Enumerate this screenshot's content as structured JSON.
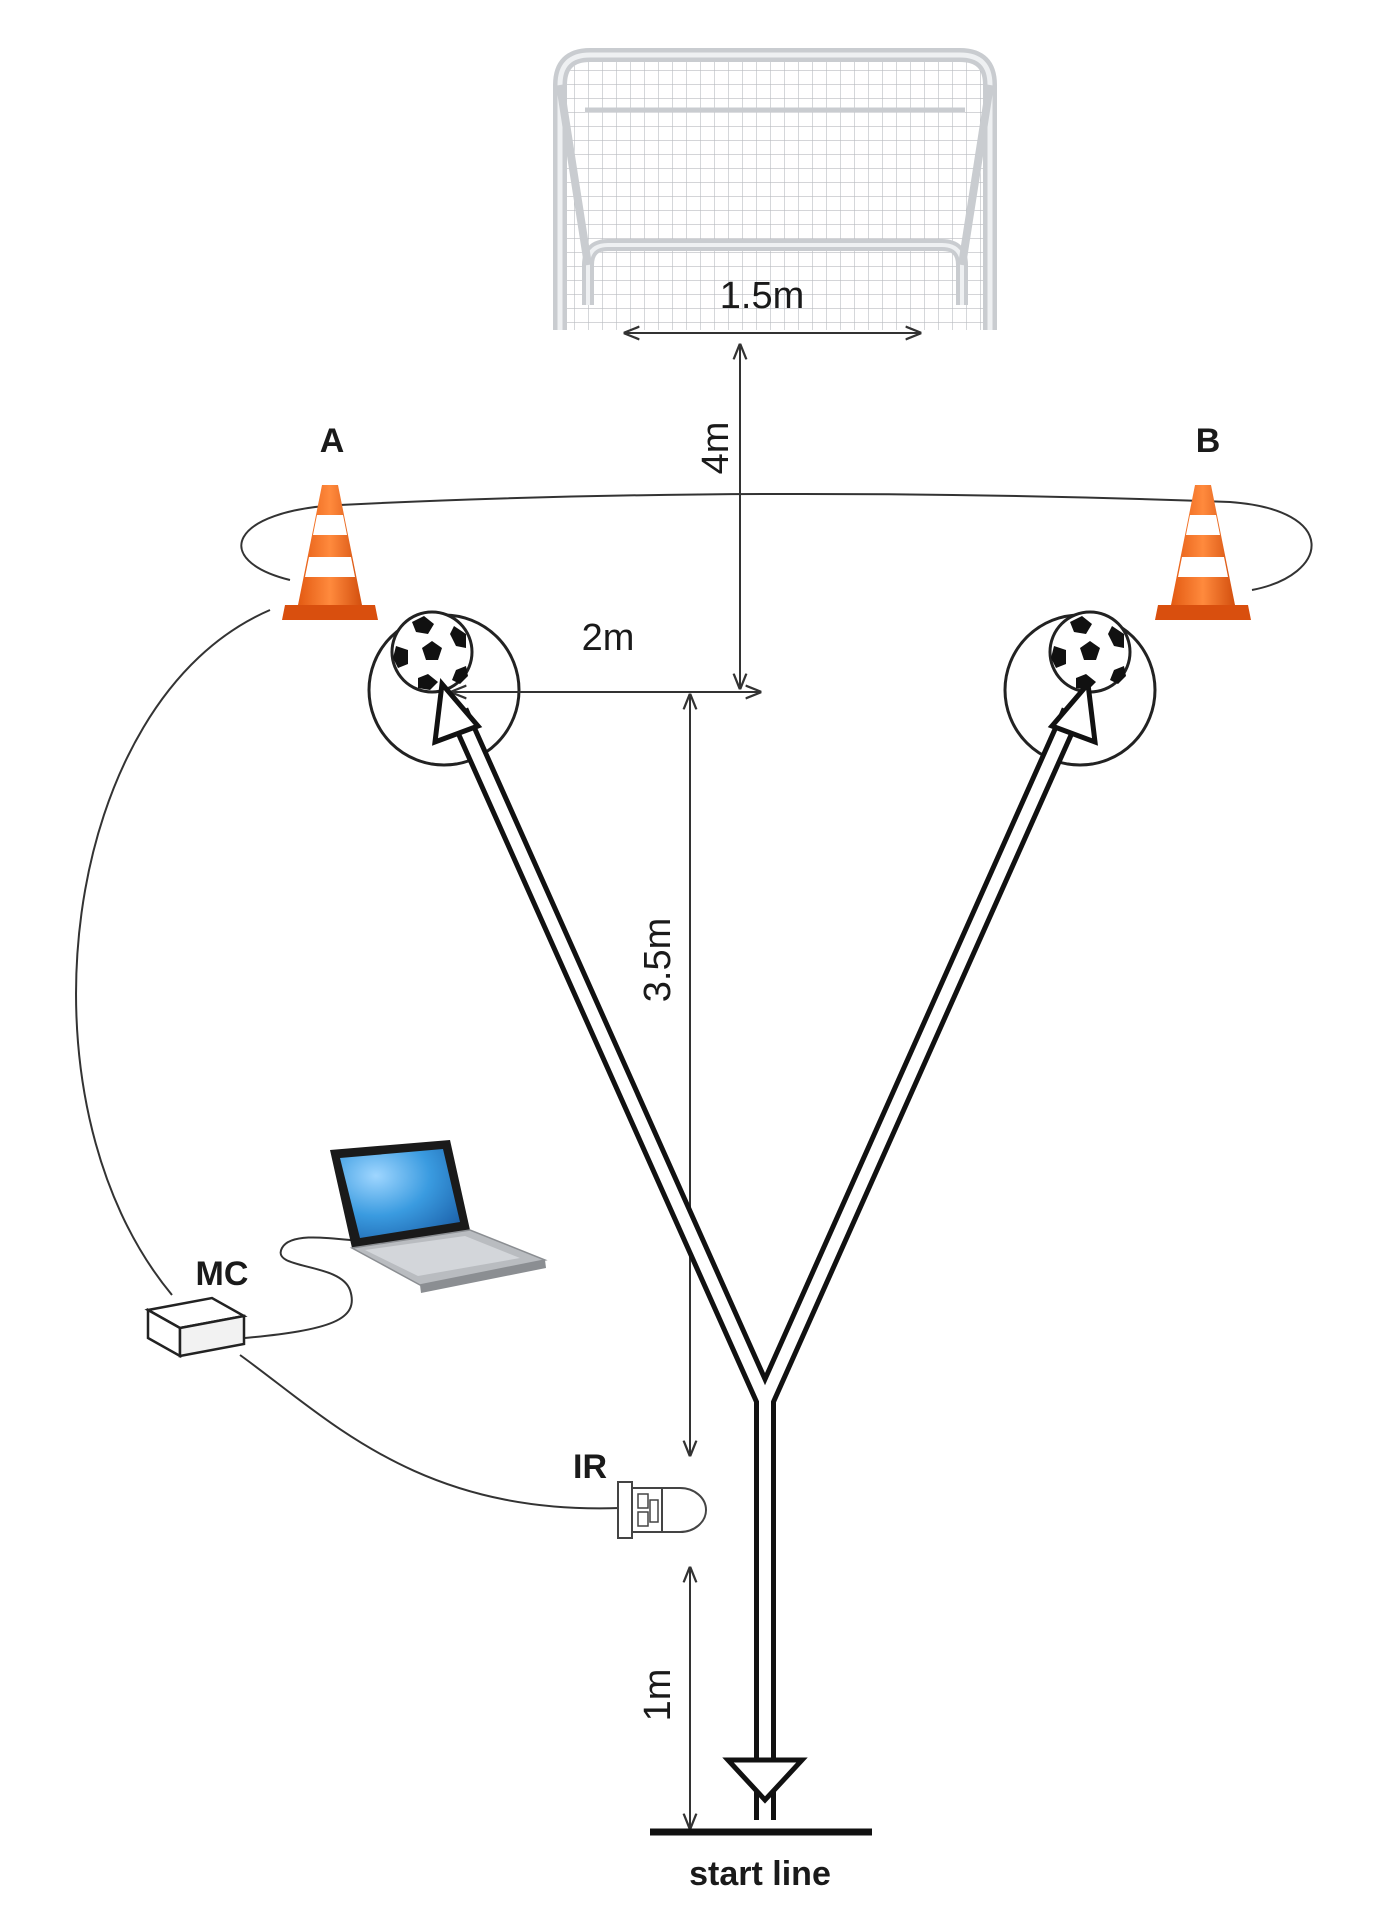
{
  "diagram": {
    "labels": {
      "goal_width": "1.5m",
      "goal_distance": "4m",
      "ball_offset": "2m",
      "path_length": "3.5m",
      "start_distance": "1m",
      "cone_a": "A",
      "cone_b": "B",
      "microcontroller": "MC",
      "infrared": "IR",
      "start_line": "start line"
    },
    "icons": [
      "goal-icon",
      "cone-icon",
      "soccer-ball-icon",
      "laptop-icon",
      "mc-box-icon",
      "ir-sensor-icon"
    ],
    "colors": {
      "cone": "#f26a1b",
      "cone_stripe": "#ffffff",
      "goal_frame": "#c9ccd0",
      "laptop_screen": "#3a9be0",
      "line": "#333333"
    }
  }
}
